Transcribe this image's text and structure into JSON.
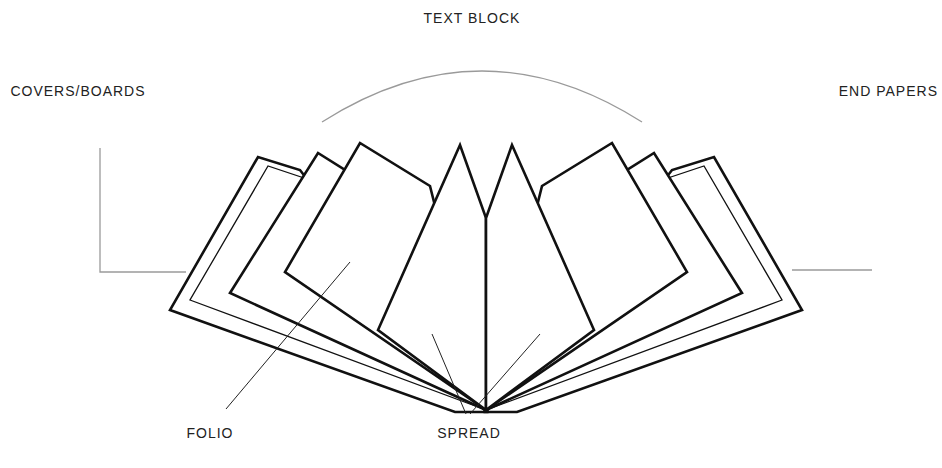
{
  "diagram": {
    "labels": [
      "TEXT BLOCK",
      "COVERS/BOARDS",
      "END PAPERS",
      "FOLIO",
      "SPREAD"
    ]
  }
}
